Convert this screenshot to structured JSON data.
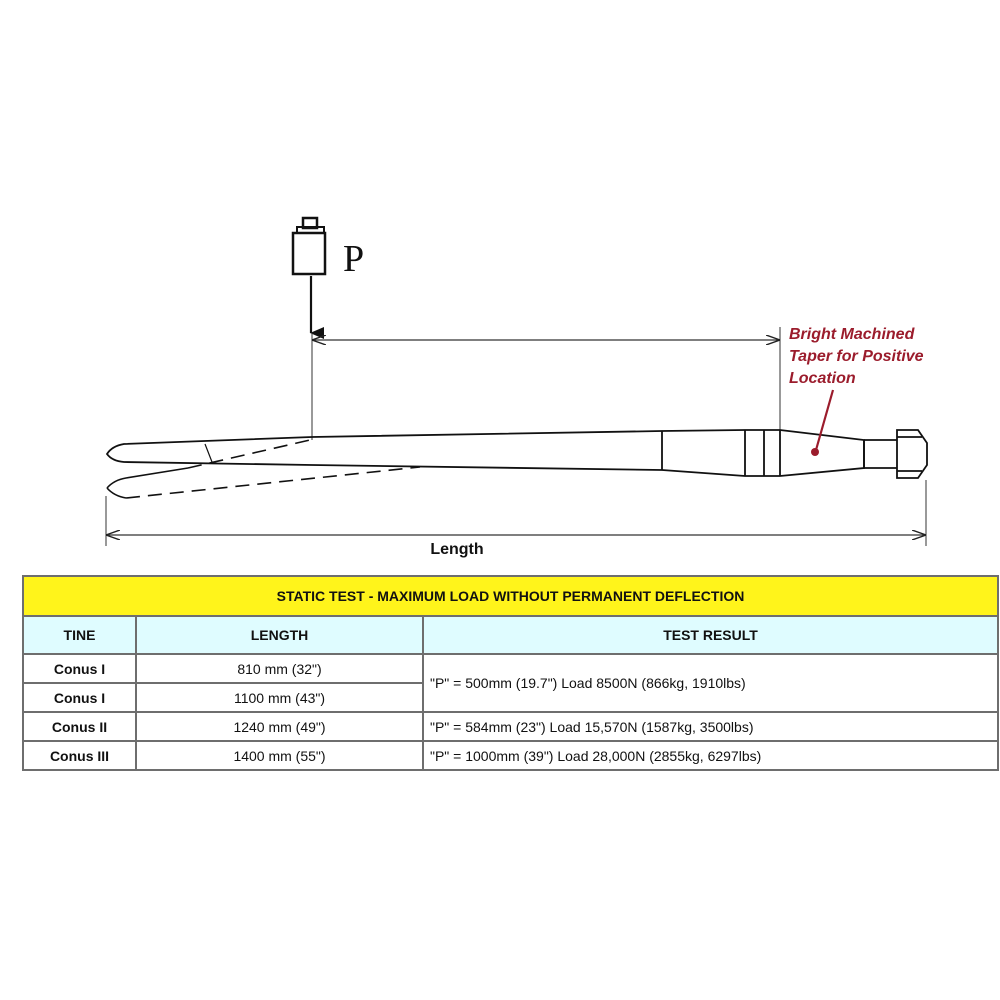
{
  "diagram": {
    "load_label": "P",
    "length_label": "Length",
    "callout": [
      "Bright Machined",
      "Taper for Positive",
      "Location"
    ],
    "callout_color": "#9b1c2c",
    "load_icon": "weight-icon"
  },
  "table": {
    "title": "STATIC TEST - MAXIMUM LOAD WITHOUT PERMANENT DEFLECTION",
    "headers": [
      "TINE",
      "LENGTH",
      "TEST RESULT"
    ],
    "rows": [
      {
        "tine": "Conus I",
        "length": "810 mm (32\")"
      },
      {
        "tine": "Conus I",
        "length": "1100 mm (43\")"
      },
      {
        "tine": "Conus II",
        "length": "1240 mm (49\")"
      },
      {
        "tine": "Conus III",
        "length": "1400 mm (55\")"
      }
    ],
    "results": [
      "\"P\" = 500mm (19.7\") Load 8500N (866kg, 1910lbs)",
      "\"P\" = 584mm (23\") Load 15,570N (1587kg, 3500lbs)",
      "\"P\" = 1000mm (39\") Load 28,000N (2855kg, 6297lbs)"
    ],
    "title_bg": "#fff41b",
    "header_bg": "#dffcff"
  }
}
